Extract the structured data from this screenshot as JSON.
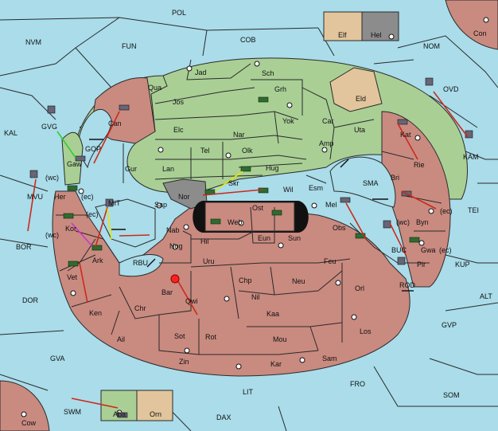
{
  "regions": {
    "POL": "POL",
    "NVM": "NVM",
    "FUN": "FUN",
    "COB": "COB",
    "NOM": "NOM",
    "Con": "Con",
    "Elf": "Elf",
    "Hel": "Hel",
    "Jad": "Jad",
    "Sch": "Sch",
    "Qua": "Qua",
    "Jos": "Jos",
    "Grh": "Grh",
    "Eld": "Eld",
    "OVD": "OVD",
    "GVG": "GVG",
    "KAL": "KAL",
    "Can": "Can",
    "Elc": "Elc",
    "Nar": "Nar",
    "Yok": "Yok",
    "Car": "Car",
    "Uta": "Uta",
    "Kat": "Kat",
    "GOP": "GOP",
    "Tel": "Tel",
    "Olk": "Olk",
    "Amp": "Amp",
    "Rie": "Rie",
    "KAM": "KAM",
    "MVU": "MVU",
    "wc1": "(wc)",
    "Gur": "Gur",
    "Lan": "Lan",
    "Hug": "Hug",
    "Bri": "Bri",
    "Gaw": "Gaw",
    "Her": "Her",
    "ec1": "(ec)",
    "Nor": "Nor",
    "Skr": "Skr",
    "Wil": "Wil",
    "Esm": "Esm",
    "SMA": "SMA",
    "Sap": "Sap",
    "Ost": "Ost",
    "Mel": "Mel",
    "Byn": "Byn",
    "ec2": "(ec)",
    "TEI": "TEI",
    "MIT": "MIT",
    "ec3": "(ec)",
    "Kor": "Kor",
    "wc2": "(wc)",
    "Web": "Web",
    "Obs": "Obs",
    "wc3": "(wc)",
    "Gwa": "Gwa",
    "ec4": "(ec)",
    "BOR": "BOR",
    "Nab": "Nab",
    "Hil": "Hil",
    "Eun": "Eun",
    "Sun": "Sun",
    "Ark": "Ark",
    "BUC": "BUC",
    "Pir": "Pir",
    "KUP": "KUP",
    "RBU": "RBU",
    "Nog": "Nog",
    "Uru": "Uru",
    "Feu": "Feu",
    "Vet": "Vet",
    "Chp": "Chp",
    "Neu": "Neu",
    "ROD": "ROD",
    "Bar": "Bar",
    "Qwi": "Qwi",
    "Nil": "Nil",
    "Orl": "Orl",
    "DOR": "DOR",
    "Chr": "Chr",
    "ALT": "ALT",
    "Ken": "Ken",
    "Kaa": "Kaa",
    "GVP": "GVP",
    "Ail": "Ail",
    "Sot": "Sot",
    "Rot": "Rot",
    "Mou": "Mou",
    "Los": "Los",
    "GVA": "GVA",
    "Zin": "Zin",
    "Kar": "Kar",
    "Sam": "Sam",
    "FRO": "FRO",
    "LIT": "LIT",
    "SOM": "SOM",
    "SWM": "SWM",
    "Aba": "Aba",
    "Orn": "Orn",
    "Cow": "Cow",
    "DAX": "DAX"
  },
  "colors": {
    "sea": "#aadcea",
    "green": "#a9cf95",
    "red": "#c98a80",
    "tan": "#e2c59c",
    "grey": "#8c8c8c",
    "arrow": "#cc2a1a"
  }
}
